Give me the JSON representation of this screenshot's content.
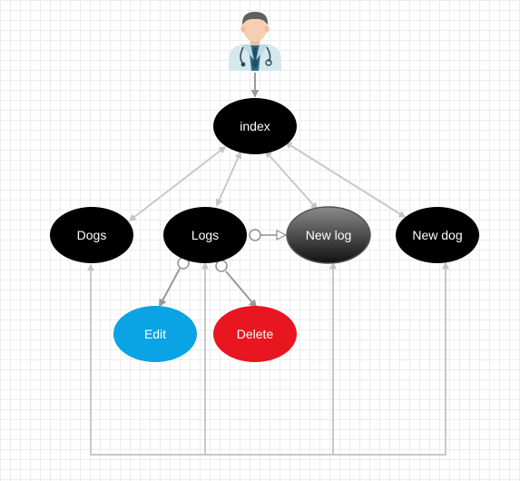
{
  "diagram": {
    "actor": {
      "icon": "doctor-icon"
    },
    "nodes": {
      "index": {
        "label": "index"
      },
      "dogs": {
        "label": "Dogs"
      },
      "logs": {
        "label": "Logs"
      },
      "new_log": {
        "label": "New log"
      },
      "new_dog": {
        "label": "New dog"
      },
      "edit": {
        "label": "Edit"
      },
      "delete": {
        "label": "Delete"
      }
    },
    "colors": {
      "node_default": "#000000",
      "new_log_gradient_top": "#8a8a8a",
      "new_log_gradient_bottom": "#111111",
      "edit": "#0aa3e3",
      "delete": "#e8161e",
      "connector_light": "#c8c8c8",
      "connector_dark": "#9a9a9a",
      "scrubs": "#cde3ea",
      "skin": "#f6cfb2",
      "hair": "#5f5f5f"
    }
  }
}
